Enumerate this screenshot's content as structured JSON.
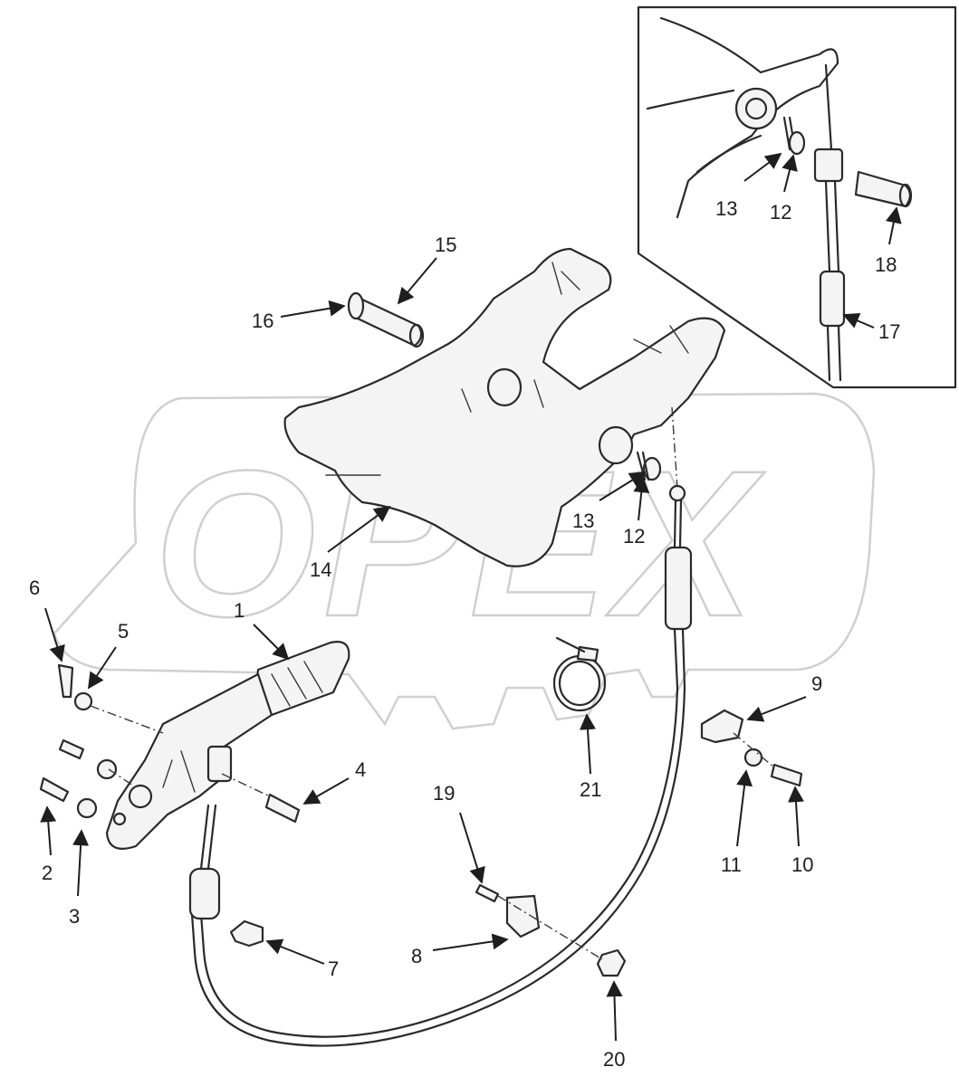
{
  "watermark": {
    "text": "OPEX"
  },
  "callouts": [
    {
      "id": "c1",
      "label": "1"
    },
    {
      "id": "c2",
      "label": "2"
    },
    {
      "id": "c3",
      "label": "3"
    },
    {
      "id": "c4",
      "label": "4"
    },
    {
      "id": "c5",
      "label": "5"
    },
    {
      "id": "c6",
      "label": "6"
    },
    {
      "id": "c7",
      "label": "7"
    },
    {
      "id": "c8",
      "label": "8"
    },
    {
      "id": "c9",
      "label": "9"
    },
    {
      "id": "c10",
      "label": "10"
    },
    {
      "id": "c11",
      "label": "11"
    },
    {
      "id": "c12a",
      "label": "12"
    },
    {
      "id": "c13a",
      "label": "13"
    },
    {
      "id": "c14",
      "label": "14"
    },
    {
      "id": "c15",
      "label": "15"
    },
    {
      "id": "c16",
      "label": "16"
    },
    {
      "id": "c19",
      "label": "19"
    },
    {
      "id": "c20",
      "label": "20"
    },
    {
      "id": "c21",
      "label": "21"
    },
    {
      "id": "c13b",
      "label": "13"
    },
    {
      "id": "c12b",
      "label": "12"
    },
    {
      "id": "c18",
      "label": "18"
    },
    {
      "id": "c17",
      "label": "17"
    }
  ]
}
